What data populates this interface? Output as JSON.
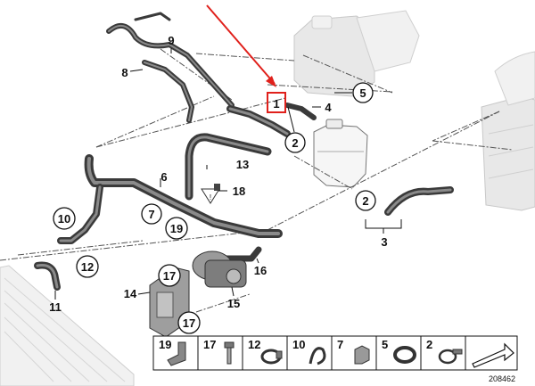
{
  "diagram": {
    "callouts": [
      {
        "text": "1",
        "circled": false,
        "boxed": true
      },
      {
        "text": "2",
        "circled": true
      },
      {
        "text": "2",
        "circled": true
      },
      {
        "text": "3",
        "circled": false
      },
      {
        "text": "4",
        "circled": false
      },
      {
        "text": "5",
        "circled": true
      },
      {
        "text": "6",
        "circled": false
      },
      {
        "text": "7",
        "circled": true
      },
      {
        "text": "8",
        "circled": false
      },
      {
        "text": "9",
        "circled": false
      },
      {
        "text": "10",
        "circled": true
      },
      {
        "text": "11",
        "circled": false
      },
      {
        "text": "12",
        "circled": true
      },
      {
        "text": "13",
        "circled": false
      },
      {
        "text": "14",
        "circled": false
      },
      {
        "text": "15",
        "circled": false
      },
      {
        "text": "16",
        "circled": false
      },
      {
        "text": "17",
        "circled": true
      },
      {
        "text": "17",
        "circled": true
      },
      {
        "text": "18",
        "circled": false
      },
      {
        "text": "19",
        "circled": true
      }
    ],
    "legend": [
      {
        "text": "19",
        "icon": "clip-bracket-icon"
      },
      {
        "text": "17",
        "icon": "bolt-icon"
      },
      {
        "text": "12",
        "icon": "hose-clamp-icon"
      },
      {
        "text": "10",
        "icon": "spring-clip-icon"
      },
      {
        "text": "7",
        "icon": "holder-clip-icon"
      },
      {
        "text": "5",
        "icon": "band-clamp-icon"
      },
      {
        "text": "2",
        "icon": "screw-clamp-icon"
      },
      {
        "text": "",
        "icon": "arrow-icon"
      }
    ],
    "doc_number": "208462",
    "accent_color": "#e0201b"
  }
}
